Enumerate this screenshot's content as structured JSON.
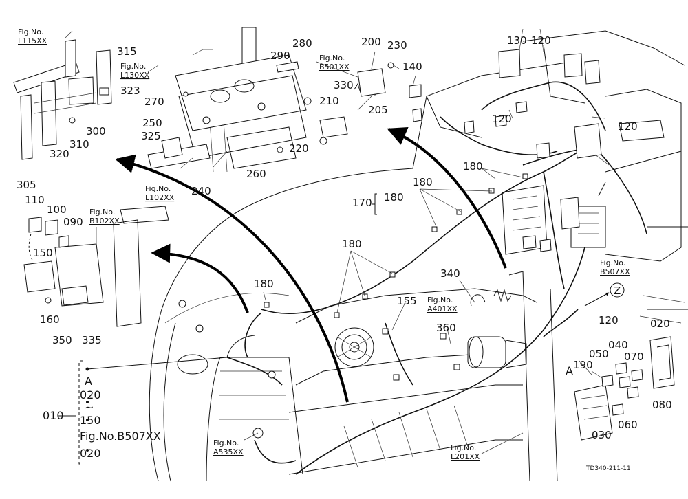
{
  "diagram_code": "TD340-211-11",
  "fig_refs": {
    "l115": {
      "label": "Fig.No.",
      "code": "L115XX"
    },
    "l130": {
      "label": "Fig.No.",
      "code": "L130XX"
    },
    "b501": {
      "label": "Fig.No.",
      "code": "B501XX"
    },
    "l102": {
      "label": "Fig.No.",
      "code": "L102XX"
    },
    "b102": {
      "label": "Fig.No.",
      "code": "B102XX"
    },
    "a401": {
      "label": "Fig.No.",
      "code": "A401XX"
    },
    "b507": {
      "label": "Fig.No.",
      "code": "B507XX"
    },
    "a535": {
      "label": "Fig.No.",
      "code": "A535XX"
    },
    "l201": {
      "label": "Fig.No.",
      "code": "L201XX"
    }
  },
  "part_numbers": {
    "p315": "315",
    "p323": "323",
    "p300": "300",
    "p310": "310",
    "p320": "320",
    "p305": "305",
    "p290": "290",
    "p280": "280",
    "p270": "270",
    "p250": "250",
    "p325": "325",
    "p220": "220",
    "p260": "260",
    "p240": "240",
    "p200": "200",
    "p230": "230",
    "p330": "330",
    "p210": "210",
    "p205": "205",
    "p140": "140",
    "p130": "130",
    "p120a": "120",
    "p120b": "120",
    "p120c": "120",
    "p120d": "120",
    "p180a": "180",
    "p180b": "180",
    "p180c": "180",
    "p180d": "180",
    "p180e": "180",
    "p170": "170",
    "p110": "110",
    "p100": "100",
    "p090": "090",
    "p150": "150",
    "p160": "160",
    "p350": "350",
    "p335": "335",
    "p155": "155",
    "p340": "340",
    "p360": "360",
    "p020a": "020",
    "p040": "040",
    "p050": "050",
    "p070": "070",
    "p190": "190",
    "p080": "080",
    "p060": "060",
    "p030": "030"
  },
  "view_marks": {
    "a_main": "A",
    "a_detail": "A",
    "z": "Z"
  },
  "legend": {
    "group_no": "010",
    "a_mark": "A",
    "from": "020",
    "tilde": "~",
    "to": "150",
    "fig_ref": "Fig.No.B507XX",
    "last": "020"
  }
}
